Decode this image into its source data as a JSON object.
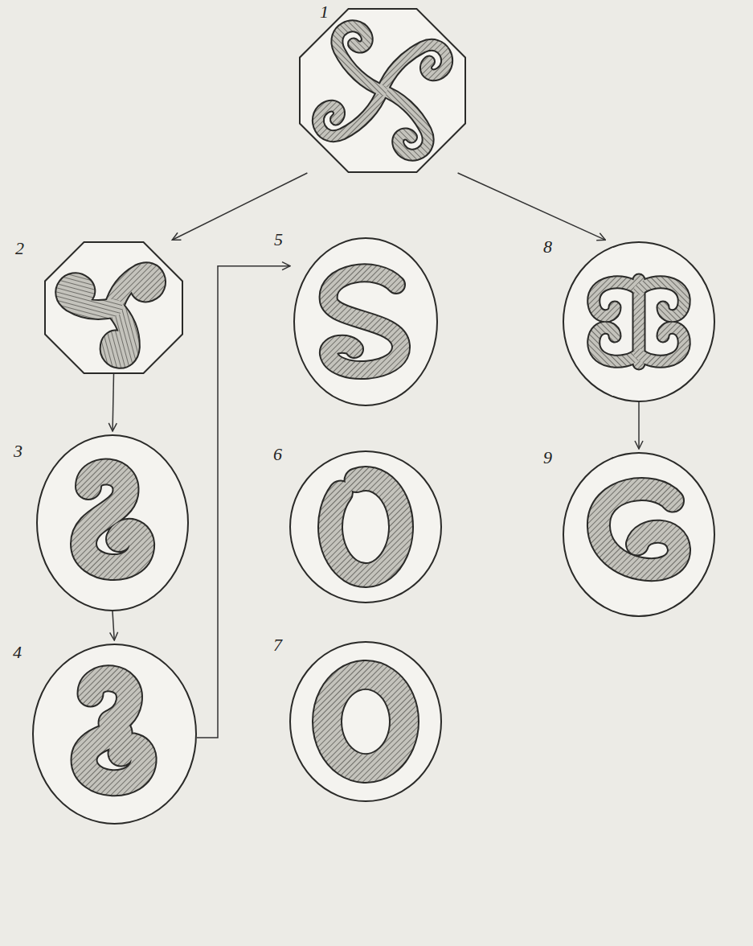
{
  "diagram": {
    "nodes": [
      {
        "text": [
          "1"
        ]
      },
      {
        "text": [
          "2"
        ]
      },
      {
        "text": [
          "3"
        ]
      },
      {
        "text": [
          "4"
        ]
      },
      {
        "text": [
          "5"
        ]
      },
      {
        "text": [
          "6"
        ]
      },
      {
        "text": [
          "7"
        ]
      },
      {
        "text": [
          "8"
        ]
      },
      {
        "text": [
          "9"
        ]
      }
    ],
    "edges": [
      {
        "from": 0,
        "to": 1,
        "arrow": "to"
      },
      {
        "from": 0,
        "to": 7,
        "arrow": "to"
      },
      {
        "from": 1,
        "to": 2,
        "arrow": "to"
      },
      {
        "from": 2,
        "to": 3,
        "arrow": "to"
      },
      {
        "from": 3,
        "to": 4,
        "arrow": "to"
      },
      {
        "from": 7,
        "to": 8,
        "arrow": "to"
      }
    ]
  }
}
